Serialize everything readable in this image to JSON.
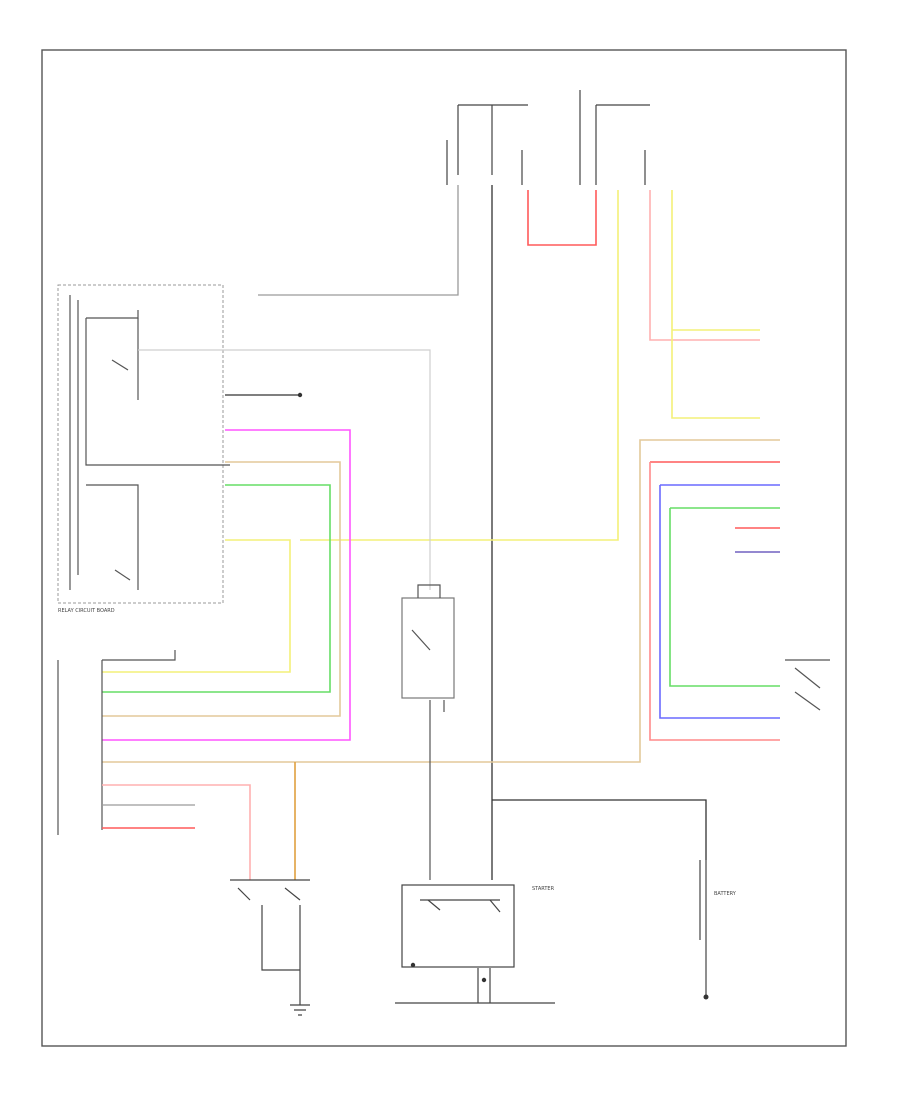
{
  "diagram": {
    "corner_label": "",
    "wire_colors": {
      "black": "#222222",
      "gray": "#9a9a9a",
      "red": "#ff5a5a",
      "pink": "#ffb0b0",
      "yellow": "#f4f078",
      "magenta": "#ff55ff",
      "green": "#66dd66",
      "tan": "#e3c99a",
      "orange": "#e0a040",
      "blue": "#6a6aff",
      "purple": "#7060c0"
    },
    "labels": {
      "starter": "STARTER",
      "battery": "BATTERY",
      "relay_module": "RELAY CIRCUIT BOARD"
    }
  }
}
